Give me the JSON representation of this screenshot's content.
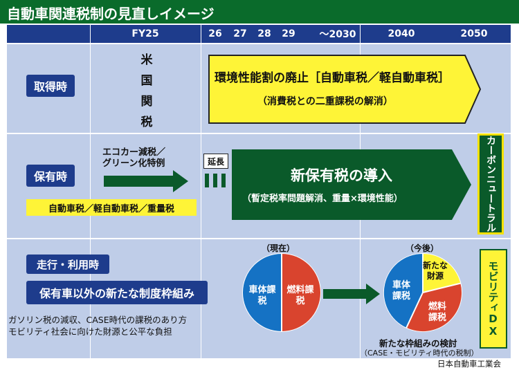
{
  "title": "自動車関連税制の見直しイメージ",
  "header": {
    "fy25": "FY25",
    "y26": "26",
    "y27": "27",
    "y28": "28",
    "y29": "29",
    "to2030": "〜2030",
    "y2040": "2040",
    "y2050": "2050"
  },
  "row1": {
    "label": "取得時",
    "tariff_chars": [
      "米",
      "国",
      "関",
      "税"
    ],
    "arrow_main": "環境性能割の廃止［自動車税／軽自動車税］",
    "arrow_sub": "（消費税との二重課税の解消）"
  },
  "row2": {
    "label": "保有時",
    "ecocar_line1": "エコカー減税／",
    "ecocar_line2": "グリーン化特例",
    "taxes": "自動車税／軽自動車税／重量税",
    "extension": "延長",
    "new_tax_main": "新保有税の導入",
    "new_tax_sub": "（暫定税率問題解消、重量×環境性能）",
    "side_label": "カーボンニュートラル"
  },
  "row3": {
    "label": "走行・利用時",
    "framework": "保有車以外の新たな制度枠組み",
    "note_line1": "ガソリン税の減収、CASE時代の課税のあり方",
    "note_line2": "モビリティ社会に向けた財源と公平な負担",
    "pie_now_title": "（現在）",
    "pie_now_vehicle": "車体課税",
    "pie_now_fuel": "燃料課税",
    "pie_future_title": "（今後）",
    "pie_future_vehicle": "車体課税",
    "pie_future_fuel": "燃料課税",
    "pie_future_new": "新たな財源",
    "study_line1": "新たな枠組みの検討",
    "study_line2": "（CASE・モビリティ時代の税制）",
    "side_label": "モビリティDX"
  },
  "source": "日本自動車工業会",
  "colors": {
    "title_bg": "#0a6b2b",
    "header_bg": "#1e3c8c",
    "row_bg": "#bfcde8",
    "yellow": "#fef437",
    "dark_green": "#0a5a2a",
    "pie_blue": "#1572c4",
    "pie_red": "#d9442e",
    "pie_yellow": "#fef437"
  }
}
